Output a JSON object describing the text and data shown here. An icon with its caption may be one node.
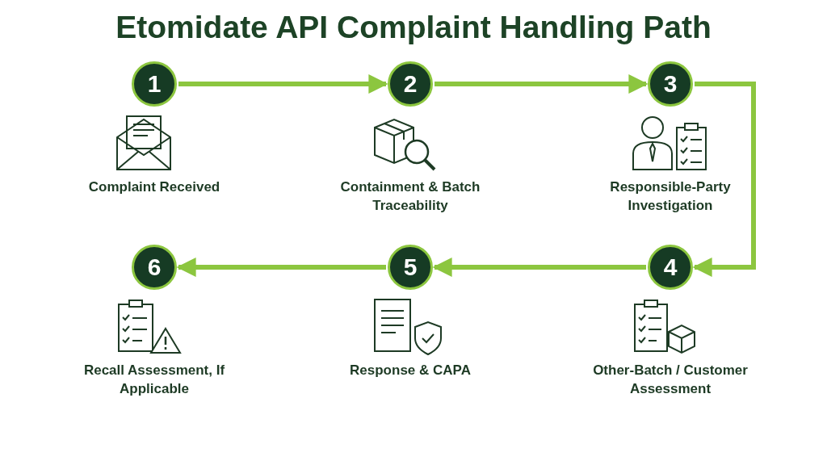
{
  "diagram": {
    "title": "Etomidate API Complaint Handling Path",
    "nodes": [
      {
        "text": [
          "1"
        ]
      },
      {
        "text": [
          "2"
        ]
      },
      {
        "text": [
          "3"
        ]
      },
      {
        "text": [
          "4"
        ]
      },
      {
        "text": [
          "5"
        ]
      },
      {
        "text": [
          "6"
        ]
      }
    ],
    "labels": [
      "Complaint Received",
      "Containment & Batch Traceability",
      "Responsible-Party Investigation",
      "Other-Batch / Customer Assessment",
      "Response & CAPA",
      "Recall Assessment, If Applicable"
    ],
    "edges": [
      {
        "from": 0,
        "to": 1,
        "arrow": "to"
      },
      {
        "from": 1,
        "to": 2,
        "arrow": "to"
      },
      {
        "from": 2,
        "to": 3,
        "arrow": "to"
      },
      {
        "from": 3,
        "to": 4,
        "arrow": "to"
      },
      {
        "from": 4,
        "to": 5,
        "arrow": "to"
      }
    ]
  }
}
